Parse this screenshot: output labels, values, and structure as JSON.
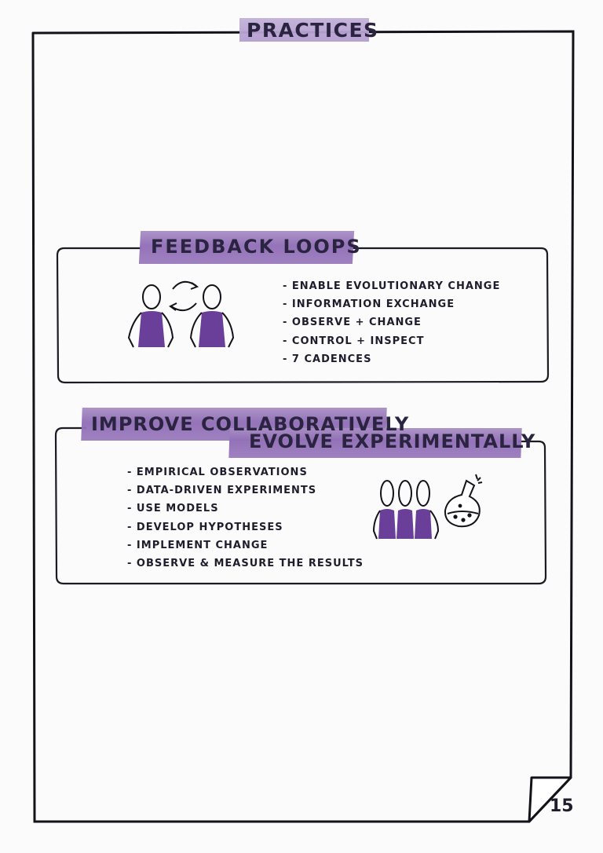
{
  "header": {
    "title": "PRACTICES"
  },
  "feedback_loops": {
    "title": "FEEDBACK LOOPS",
    "items": [
      "- ENABLE EVOLUTIONARY CHANGE",
      "- INFORMATION EXCHANGE",
      "- OBSERVE + CHANGE",
      "- CONTROL + INSPECT",
      "- 7 CADENCES"
    ]
  },
  "improve": {
    "title_line1": "IMPROVE COLLABORATIVELY",
    "title_line2": "EVOLVE EXPERIMENTALLY",
    "items": [
      "- EMPIRICAL OBSERVATIONS",
      "- DATA-DRIVEN EXPERIMENTS",
      "- USE MODELS",
      "- DEVELOP HYPOTHESES",
      "- IMPLEMENT CHANGE",
      "- OBSERVE & MEASURE THE RESULTS"
    ]
  },
  "footer": {
    "page_number": "15"
  },
  "colors": {
    "accent": "#7b4fa8",
    "highlight": "#9a7bbd",
    "ink": "#1e1b2e"
  }
}
